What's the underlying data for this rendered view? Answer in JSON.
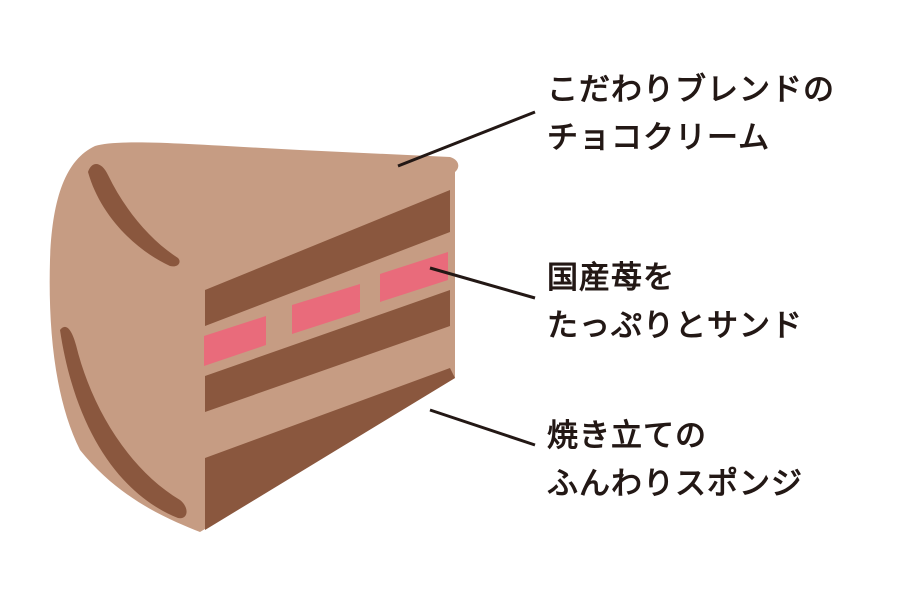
{
  "colors": {
    "cream": "#c69c83",
    "sponge": "#8a573e",
    "strawberry": "#e96b7b",
    "text": "#231815"
  },
  "labels": [
    {
      "line1": "こだわりブレンドの",
      "line2": "チョコクリーム"
    },
    {
      "line1": "国産苺を",
      "line2": "たっぷりとサンド"
    },
    {
      "line1": "焼き立ての",
      "line2": "ふんわりスポンジ"
    }
  ]
}
